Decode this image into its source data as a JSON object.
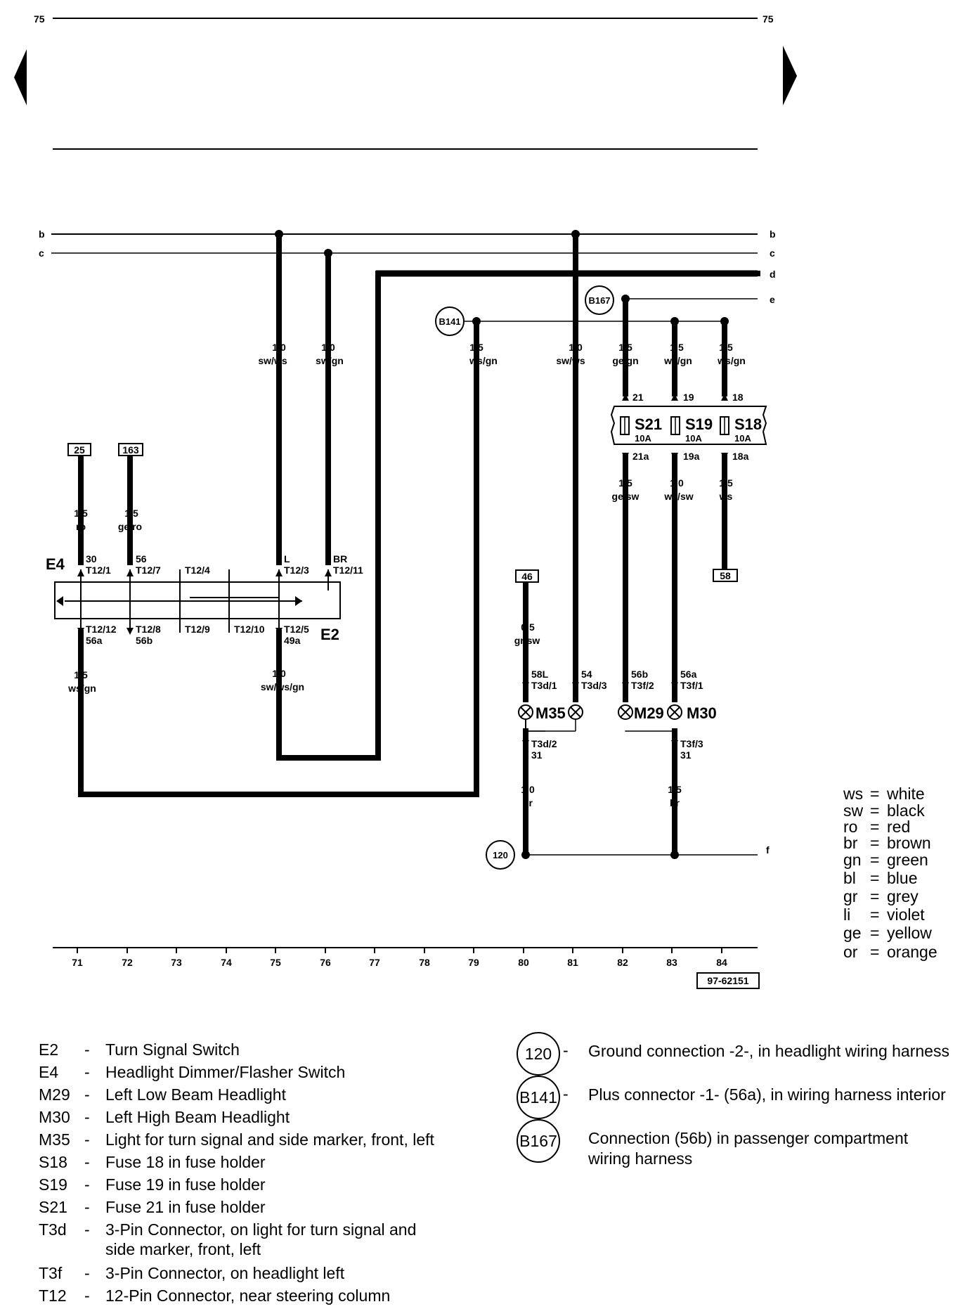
{
  "page": {
    "number_left": "75",
    "number_right": "75",
    "drawing_no": "97-62151"
  },
  "rails": {
    "b": "b",
    "c": "c",
    "d": "d",
    "e": "e",
    "f": "f"
  },
  "columns": [
    "71",
    "72",
    "73",
    "74",
    "75",
    "76",
    "77",
    "78",
    "79",
    "80",
    "81",
    "82",
    "83",
    "84"
  ],
  "wires": {
    "w75": {
      "size": "1,0",
      "color": "sw/ws"
    },
    "w76": {
      "size": "1,0",
      "color": "sw/gn"
    },
    "w79": {
      "size": "1,5",
      "color": "ws/gn"
    },
    "w81": {
      "size": "1,0",
      "color": "sw/ws"
    },
    "w82t": {
      "size": "1,5",
      "color": "ge/gn"
    },
    "w83t": {
      "size": "1,5",
      "color": "ws/gn"
    },
    "w84t": {
      "size": "1,5",
      "color": "ws/gn"
    },
    "w82b": {
      "size": "1,5",
      "color": "ge/sw"
    },
    "w83b": {
      "size": "1,0",
      "color": "ws/sw"
    },
    "w84b": {
      "size": "1,5",
      "color": "ws"
    },
    "w71": {
      "size": "1,5",
      "color": "ro"
    },
    "w72": {
      "size": "1,5",
      "color": "ge/ro"
    },
    "w71b": {
      "size": "1,5",
      "color": "ws/gn"
    },
    "w75b": {
      "size": "1,0",
      "color": "sw/ws/gn"
    },
    "w80": {
      "size": "0,5",
      "color": "gr/sw"
    },
    "w80b": {
      "size": "1,0",
      "color": "br"
    },
    "w83g": {
      "size": "1,5",
      "color": "br"
    }
  },
  "refs": {
    "r25": "25",
    "r163": "163",
    "r46": "46",
    "r58": "58"
  },
  "fuses": {
    "s21": {
      "label": "S21",
      "rating": "10A",
      "in": "21",
      "out": "21a"
    },
    "s19": {
      "label": "S19",
      "rating": "10A",
      "in": "19",
      "out": "19a"
    },
    "s18": {
      "label": "S18",
      "rating": "10A",
      "in": "18",
      "out": "18a"
    }
  },
  "pins": {
    "p30": "30",
    "t12_1": "T12/1",
    "p56": "56",
    "t12_7": "T12/7",
    "t12_4": "T12/4",
    "pL": "L",
    "t12_3": "T12/3",
    "pBR": "BR",
    "t12_11": "T12/11",
    "t12_12": "T12/12",
    "p56a": "56a",
    "t12_8": "T12/8",
    "p56b": "56b",
    "t12_9": "T12/9",
    "t12_10": "T12/10",
    "t12_5": "T12/5",
    "p49a": "49a",
    "p58L": "58L",
    "t3d_1": "T3d/1",
    "p54": "54",
    "t3d_3": "T3d/3",
    "p56b2": "56b",
    "t3f_2": "T3f/2",
    "p56a2": "56a",
    "t3f_1": "T3f/1",
    "t3d_2": "T3d/2",
    "p31a": "31",
    "t3f_3": "T3f/3",
    "p31b": "31"
  },
  "components": {
    "E4": "E4",
    "E2": "E2",
    "M35": "M35",
    "M29": "M29",
    "M30": "M30"
  },
  "ground_points": {
    "g120": "120",
    "B141": "B141",
    "B167": "B167"
  },
  "color_key": [
    {
      "abbr": "ws",
      "name": "white"
    },
    {
      "abbr": "sw",
      "name": "black"
    },
    {
      "abbr": "ro",
      "name": "red"
    },
    {
      "abbr": "br",
      "name": "brown"
    },
    {
      "abbr": "gn",
      "name": "green"
    },
    {
      "abbr": "bl",
      "name": "blue"
    },
    {
      "abbr": "gr",
      "name": "grey"
    },
    {
      "abbr": "li",
      "name": "violet"
    },
    {
      "abbr": "ge",
      "name": "yellow"
    },
    {
      "abbr": "or",
      "name": "orange"
    }
  ],
  "legend": [
    {
      "code": "E2",
      "desc": "Turn Signal Switch"
    },
    {
      "code": "E4",
      "desc": "Headlight Dimmer/Flasher Switch"
    },
    {
      "code": "M29",
      "desc": "Left Low Beam Headlight"
    },
    {
      "code": "M30",
      "desc": "Left High Beam Headlight"
    },
    {
      "code": "M35",
      "desc": "Light for turn signal and side marker, front, left"
    },
    {
      "code": "S18",
      "desc": "Fuse 18 in fuse holder"
    },
    {
      "code": "S19",
      "desc": "Fuse 19 in fuse holder"
    },
    {
      "code": "S21",
      "desc": "Fuse 21 in fuse holder"
    },
    {
      "code": "T3d",
      "desc": "3-Pin Connector, on light for turn signal and",
      "desc2": "side marker, front, left"
    },
    {
      "code": "T3f",
      "desc": "3-Pin Connector, on headlight left"
    },
    {
      "code": "T12",
      "desc": "12-Pin Connector, near steering column"
    }
  ],
  "ground_legend": [
    {
      "id": "120",
      "desc": "Ground connection -2-, in headlight wiring harness"
    },
    {
      "id": "B141",
      "desc": "Plus connector -1- (56a), in wiring harness interior"
    },
    {
      "id": "B167",
      "desc": "Connection (56b) in passenger compartment wiring harness"
    }
  ],
  "dash": "-"
}
